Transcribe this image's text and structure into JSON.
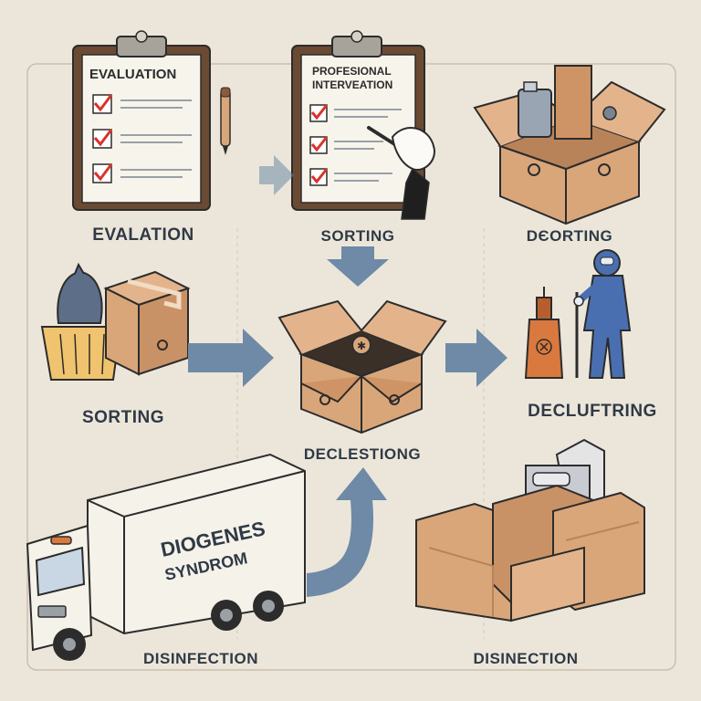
{
  "clipboard_1": {
    "title": "EVALUATION"
  },
  "clipboard_2": {
    "title_line1": "PROFESIONAL",
    "title_line2": "INTERVEATION"
  },
  "truck": {
    "side_line1": "DIOGENES",
    "side_line2": "SYNDROM"
  },
  "labels": {
    "top_left": "EVALATION",
    "top_center": "SORTING",
    "top_right": "DЄORTING",
    "mid_left": "SORTING",
    "center": "DECLESTIONG",
    "mid_right": "DECLUFTRING",
    "bottom_left": "DISINFECTION",
    "bottom_right": "DISINECTION"
  },
  "colors": {
    "background": "#ece6da",
    "arrow": "#6e8aa6",
    "box": "#d9a67a",
    "box_dark": "#b9835a",
    "outline": "#2c2c2c",
    "check": "#d8342c"
  }
}
